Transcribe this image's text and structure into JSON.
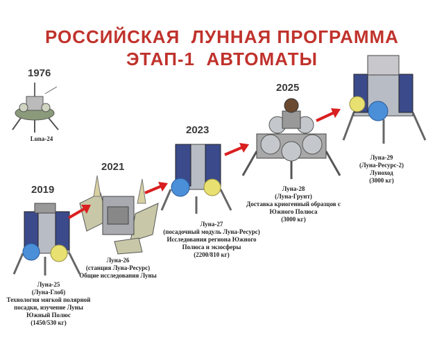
{
  "title": {
    "line1": "РОССИЙСКАЯ  ЛУННАЯ ПРОГРАММА",
    "line2": "ЭТАП-1  АВТОМАТЫ"
  },
  "missions": [
    {
      "year": "1976",
      "lines": [
        "Luna-24"
      ]
    },
    {
      "year": "2019",
      "lines": [
        "Луна-25",
        "(Луна-Глоб)",
        "Технология мягкой полярной",
        "посадки, изучение Луны",
        "Южный Полюс",
        "(1450/530 кг)"
      ]
    },
    {
      "year": "2021",
      "lines": [
        "Луна-26",
        "(станция Луна-Ресурс)",
        "Общие исследования Луны"
      ]
    },
    {
      "year": "2023",
      "lines": [
        "Луна-27",
        "(посадочный модуль Луна-Ресурс)",
        "Исследования региона Южного",
        "Полюса и экзосферы",
        "(2200/810 кг)"
      ]
    },
    {
      "year": "2025",
      "lines": [
        "Луна-28",
        "(Луна-Грунт)",
        "Доставка криогенный образцов с",
        "Южного Полюса",
        "(3000 кг)"
      ]
    },
    {
      "year": "",
      "lines": [
        "Луна-29",
        "(Луна-Ресурс-2)",
        "Луноход",
        "(3000 кг)"
      ]
    }
  ],
  "colors": {
    "title": "#c0322c",
    "arrow": "#d91f1f",
    "panel": "#3b4a8a",
    "tank_blue": "#4a8fd8",
    "tank_yellow": "#e8e070"
  },
  "icons": [
    "lander-icon",
    "orbiter-icon",
    "arrow-icon"
  ]
}
